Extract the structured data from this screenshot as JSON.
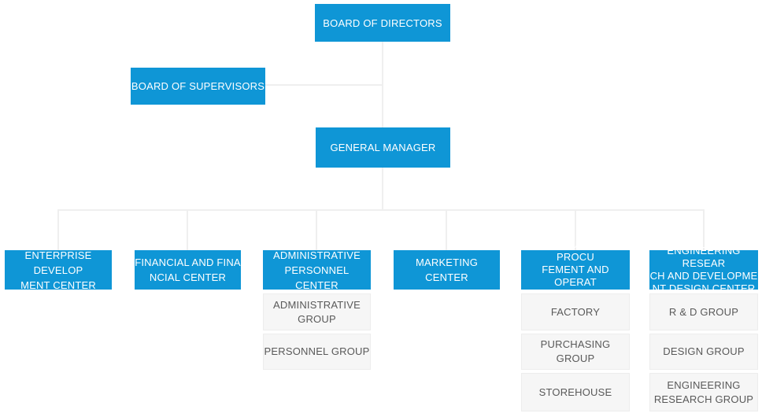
{
  "colors": {
    "node_blue": "#0f96d6",
    "node_text": "#ffffff",
    "group_bg": "#f6f6f6",
    "group_border": "#ededed",
    "group_text": "#595959",
    "connector": "#efefef"
  },
  "org_chart": {
    "board_of_directors": "BOARD OF DIRECTORS",
    "board_of_supervisors": "BOARD OF SUPERVISORS",
    "general_manager": "GENERAL MANAGER",
    "departments": [
      {
        "label": "ENTERPRISE DEVELOP\nMENT CENTER",
        "groups": []
      },
      {
        "label": "FINANCIAL AND FINA\nNCIAL CENTER",
        "groups": []
      },
      {
        "label": "ADMINISTRATIVE\nPERSONNEL CENTER",
        "groups": [
          {
            "label": "ADMINISTRATIVE\nGROUP"
          },
          {
            "label": "PERSONNEL GROUP"
          }
        ]
      },
      {
        "label": "MARKETING CENTER",
        "groups": []
      },
      {
        "label": "PRODUCTION PROCU\nFEMENT AND OPERAT\nION CENTER",
        "groups": [
          {
            "label": "FACTORY"
          },
          {
            "label": "PURCHASING GROUP"
          },
          {
            "label": "STOREHOUSE"
          }
        ]
      },
      {
        "label": "ENGINEERING RESEAR\nCH AND DEVELOPME\nNT DESIGN CENTER",
        "groups": [
          {
            "label": "R & D GROUP"
          },
          {
            "label": "DESIGN GROUP"
          },
          {
            "label": "ENGINEERING\nRESEARCH GROUP"
          }
        ]
      }
    ]
  }
}
